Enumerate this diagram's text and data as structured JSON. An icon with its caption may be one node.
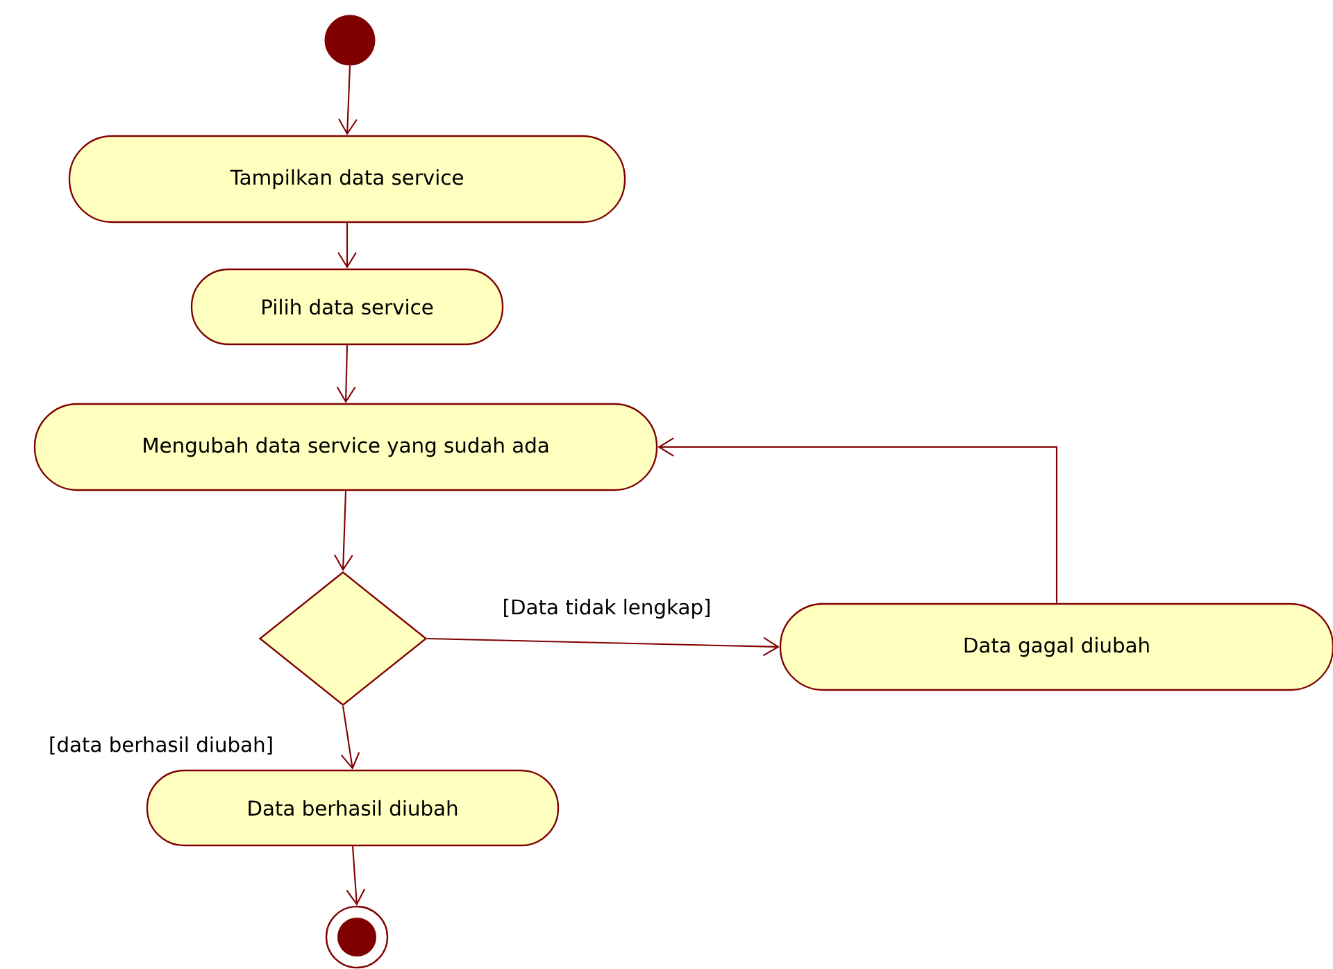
{
  "diagram": {
    "nodes": [
      {
        "text": [],
        "shape": "circle"
      },
      {
        "text": [
          "Tampilkan data service"
        ]
      },
      {
        "text": [
          "Pilih data service"
        ]
      },
      {
        "text": [
          "Mengubah data service yang sudah ada"
        ]
      },
      {
        "text": [],
        "shape": "diamond"
      },
      {
        "text": [
          "Data gagal diubah"
        ]
      },
      {
        "text": [
          "Data berhasil diubah"
        ]
      },
      {
        "text": [],
        "shape": "circle"
      }
    ],
    "edges": [
      {
        "from": 0,
        "to": 1,
        "arrow": "to"
      },
      {
        "from": 1,
        "to": 2,
        "arrow": "to"
      },
      {
        "from": 2,
        "to": 3,
        "arrow": "to"
      },
      {
        "from": 3,
        "to": 4,
        "arrow": "to"
      },
      {
        "from": 4,
        "to": 5,
        "arrow": "to",
        "label": "[Data tidak lengkap]"
      },
      {
        "from": 5,
        "to": 3,
        "arrow": "to"
      },
      {
        "from": 4,
        "to": 6,
        "arrow": "to",
        "label": "[data berhasil diubah]"
      },
      {
        "from": 6,
        "to": 7,
        "arrow": "to"
      }
    ]
  }
}
